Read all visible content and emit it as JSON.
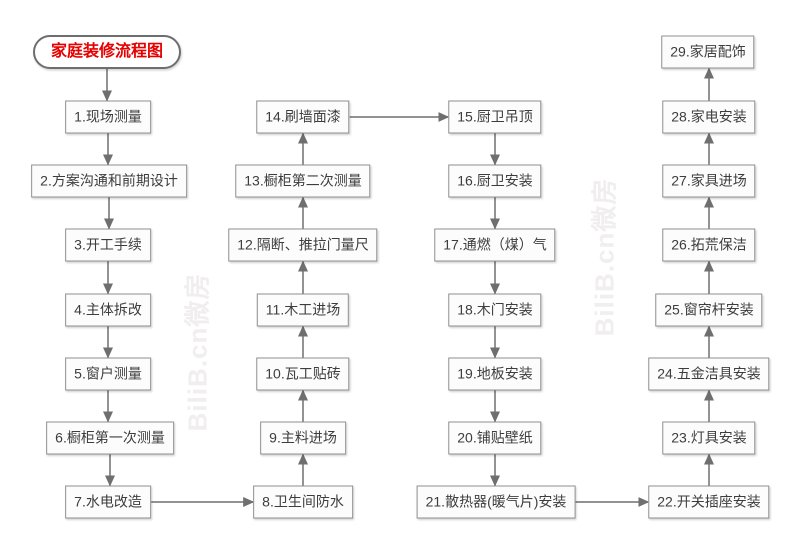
{
  "title": "家庭装修流程图",
  "nodes": [
    {
      "id": "start",
      "label": "家庭装修流程图"
    },
    {
      "id": "1",
      "label": "1.现场测量"
    },
    {
      "id": "2",
      "label": "2.方案沟通和前期设计"
    },
    {
      "id": "3",
      "label": "3.开工手续"
    },
    {
      "id": "4",
      "label": "4.主体拆改"
    },
    {
      "id": "5",
      "label": "5.窗户测量"
    },
    {
      "id": "6",
      "label": "6.橱柜第一次测量"
    },
    {
      "id": "7",
      "label": "7.水电改造"
    },
    {
      "id": "8",
      "label": "8.卫生间防水"
    },
    {
      "id": "9",
      "label": "9.主料进场"
    },
    {
      "id": "10",
      "label": "10.瓦工贴砖"
    },
    {
      "id": "11",
      "label": "11.木工进场"
    },
    {
      "id": "12",
      "label": "12.隔断、推拉门量尺"
    },
    {
      "id": "13",
      "label": "13.橱柜第二次测量"
    },
    {
      "id": "14",
      "label": "14.刷墙面漆"
    },
    {
      "id": "15",
      "label": "15.厨卫吊顶"
    },
    {
      "id": "16",
      "label": "16.厨卫安装"
    },
    {
      "id": "17",
      "label": "17.通燃（煤）气"
    },
    {
      "id": "18",
      "label": "18.木门安装"
    },
    {
      "id": "19",
      "label": "19.地板安装"
    },
    {
      "id": "20",
      "label": "20.铺贴壁纸"
    },
    {
      "id": "21",
      "label": "21.散热器(暖气片)安装"
    },
    {
      "id": "22",
      "label": "22.开关插座安装"
    },
    {
      "id": "23",
      "label": "23.灯具安装"
    },
    {
      "id": "24",
      "label": "24.五金洁具安装"
    },
    {
      "id": "25",
      "label": "25.窗帘杆安装"
    },
    {
      "id": "26",
      "label": "26.拓荒保洁"
    },
    {
      "id": "27",
      "label": "27.家具进场"
    },
    {
      "id": "28",
      "label": "28.家电安装"
    },
    {
      "id": "29",
      "label": "29.家居配饰"
    }
  ],
  "edges": [
    [
      "start",
      "1"
    ],
    [
      "1",
      "2"
    ],
    [
      "2",
      "3"
    ],
    [
      "3",
      "4"
    ],
    [
      "4",
      "5"
    ],
    [
      "5",
      "6"
    ],
    [
      "6",
      "7"
    ],
    [
      "7",
      "8"
    ],
    [
      "8",
      "9"
    ],
    [
      "9",
      "10"
    ],
    [
      "10",
      "11"
    ],
    [
      "11",
      "12"
    ],
    [
      "12",
      "13"
    ],
    [
      "13",
      "14"
    ],
    [
      "14",
      "15"
    ],
    [
      "15",
      "16"
    ],
    [
      "16",
      "17"
    ],
    [
      "17",
      "18"
    ],
    [
      "18",
      "19"
    ],
    [
      "19",
      "20"
    ],
    [
      "20",
      "21"
    ],
    [
      "21",
      "22"
    ],
    [
      "22",
      "23"
    ],
    [
      "23",
      "24"
    ],
    [
      "24",
      "25"
    ],
    [
      "25",
      "26"
    ],
    [
      "26",
      "27"
    ],
    [
      "27",
      "28"
    ],
    [
      "28",
      "29"
    ]
  ],
  "watermark": {
    "text": "BiliB.cn微房",
    "color": "#f0eeee"
  },
  "colors": {
    "background": "#ffffff",
    "title_text": "#e60000",
    "box_fill": "#fcfcfc",
    "box_border": "#8f8f8f",
    "box_text": "#3d3d3d",
    "arrow": "#6f6f6f"
  }
}
